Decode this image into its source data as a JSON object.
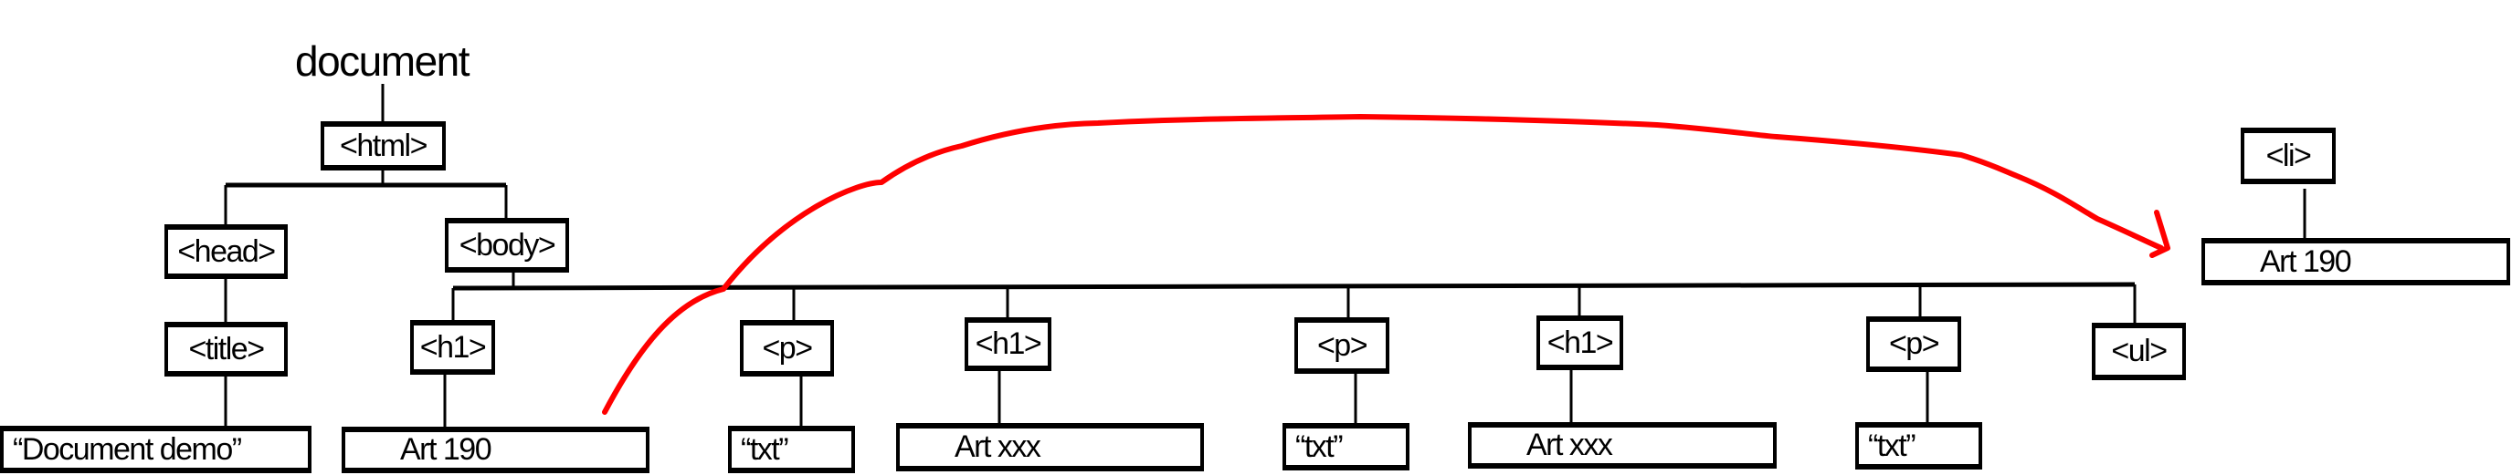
{
  "root_label": "document",
  "nodes": {
    "html": "<html>",
    "head": "<head>",
    "body": "<body>",
    "title": "<title>",
    "title_text": "“Document demo”",
    "h1_1": "<h1>",
    "h1_1_text": "Art 190",
    "p_1": "<p>",
    "p_1_text": "“txt”",
    "h1_2": "<h1>",
    "h1_2_text": "Art xxx",
    "p_2": "<p>",
    "p_2_text": "“txt”",
    "h1_3": "<h1>",
    "h1_3_text": "Art xxx",
    "p_3": "<p>",
    "p_3_text": "“txt”",
    "ul": "<ul>",
    "li": "<li>",
    "li_text": "Art 190"
  },
  "colors": {
    "arrow": "#ff0000",
    "line": "#000000"
  }
}
